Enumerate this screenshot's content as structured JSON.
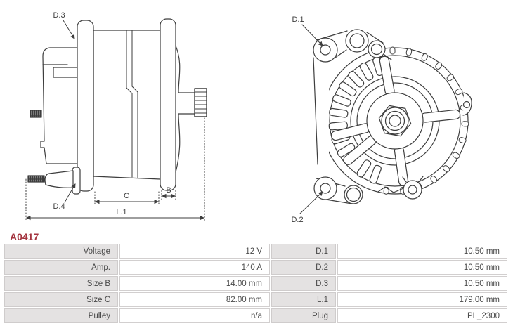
{
  "part_header": {
    "part_number": "A0417"
  },
  "side_view": {
    "labels": {
      "d3": "D.3",
      "d4": "D.4",
      "b": "B",
      "c": "C",
      "l1": "L.1"
    }
  },
  "front_view": {
    "labels": {
      "d1": "D.1",
      "d2": "D.2"
    }
  },
  "spec_table": {
    "rows": [
      {
        "label_left": "Voltage",
        "value_left": "12 V",
        "label_right": "D.1",
        "value_right": "10.50 mm"
      },
      {
        "label_left": "Amp.",
        "value_left": "140 A",
        "label_right": "D.2",
        "value_right": "10.50 mm"
      },
      {
        "label_left": "Size B",
        "value_left": "14.00 mm",
        "label_right": "D.3",
        "value_right": "10.50 mm"
      },
      {
        "label_left": "Size C",
        "value_left": "82.00 mm",
        "label_right": "L.1",
        "value_right": "179.00 mm"
      },
      {
        "label_left": "Pulley",
        "value_left": "n/a",
        "label_right": "Plug",
        "value_right": "PL_2300"
      }
    ]
  },
  "colors": {
    "heading": "#a4343f",
    "line_art": "#3d3d3d",
    "table_label_bg": "#e4e2e2",
    "table_border": "#d2cfcf",
    "text": "#4a4a4a"
  }
}
